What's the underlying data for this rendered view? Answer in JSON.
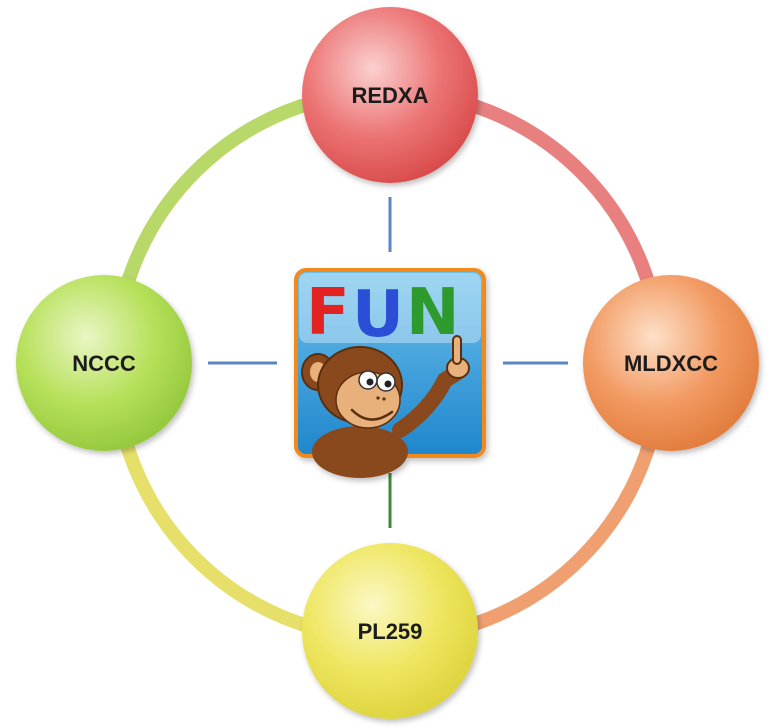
{
  "diagram": {
    "nodes": [
      {
        "id": "top",
        "label": "REDXA",
        "position": "top",
        "color": "#e85e5e"
      },
      {
        "id": "right",
        "label": "MLDXCC",
        "position": "right",
        "color": "#ef8f52"
      },
      {
        "id": "bottom",
        "label": "PL259",
        "position": "bottom",
        "color": "#e6e04a"
      },
      {
        "id": "left",
        "label": "NCCC",
        "position": "left",
        "color": "#a9d84a"
      }
    ],
    "ring_colors": {
      "top_left": "#b8d86a",
      "top_right": "#e88080",
      "bottom_right": "#f0a070",
      "bottom_left": "#e6e06a"
    },
    "connector_colors": {
      "top": "#5b86c0",
      "right": "#5b86c0",
      "left": "#5b86c0",
      "bottom": "#3a8a3a"
    },
    "center": {
      "letters": [
        {
          "char": "F",
          "color": "#e32222"
        },
        {
          "char": "U",
          "color": "#2b4fd6"
        },
        {
          "char": "N",
          "color": "#2e9a2e"
        }
      ],
      "border_color": "#f08a1a",
      "background_top": "#4fa8e0",
      "background_bottom": "#1f86cc",
      "mascot": "monkey-pointing"
    }
  }
}
